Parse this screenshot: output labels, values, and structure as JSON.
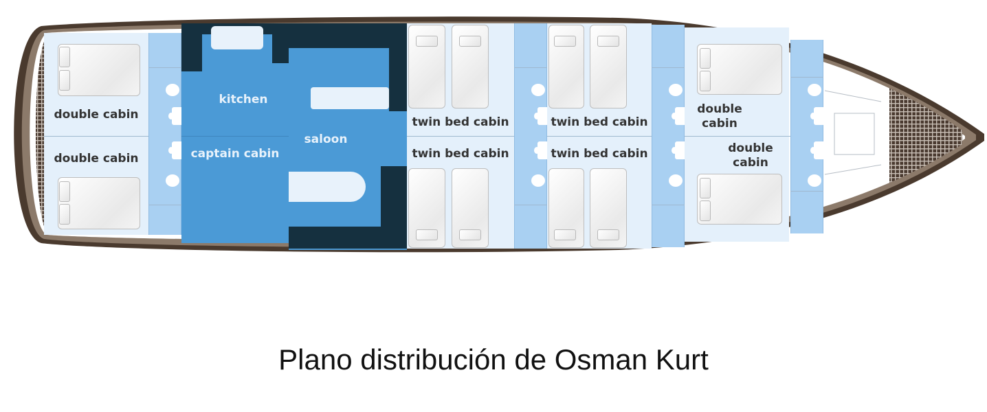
{
  "caption": "Plano distribución de Osman Kurt",
  "colors": {
    "hull": "#4a3a2e",
    "hull_highlight": "#8c7a6a",
    "cabin_light": "#e4f0fb",
    "bathroom": "#a9d0f2",
    "blue_room": "#4b9ad6",
    "dark_furniture": "#15303f",
    "bed": "#efefef"
  },
  "rooms": [
    {
      "id": "aft-top",
      "label": "double cabin",
      "type": "double cabin"
    },
    {
      "id": "aft-bottom",
      "label": "double cabin",
      "type": "double cabin"
    },
    {
      "id": "kitchen",
      "label": "kitchen",
      "type": "kitchen"
    },
    {
      "id": "captain",
      "label": "captain cabin",
      "type": "captain cabin"
    },
    {
      "id": "saloon",
      "label": "saloon",
      "type": "saloon"
    },
    {
      "id": "twin1-top",
      "label": "twin bed cabin",
      "type": "twin bed cabin"
    },
    {
      "id": "twin1-bottom",
      "label": "twin bed cabin",
      "type": "twin bed cabin"
    },
    {
      "id": "twin2-top",
      "label": "twin bed cabin",
      "type": "twin bed cabin"
    },
    {
      "id": "twin2-bottom",
      "label": "twin bed cabin",
      "type": "twin bed cabin"
    },
    {
      "id": "fwd-top",
      "label_line1": "double",
      "label_line2": "cabin",
      "type": "double cabin"
    },
    {
      "id": "fwd-bottom",
      "label_line1": "double",
      "label_line2": "cabin",
      "type": "double cabin"
    }
  ]
}
